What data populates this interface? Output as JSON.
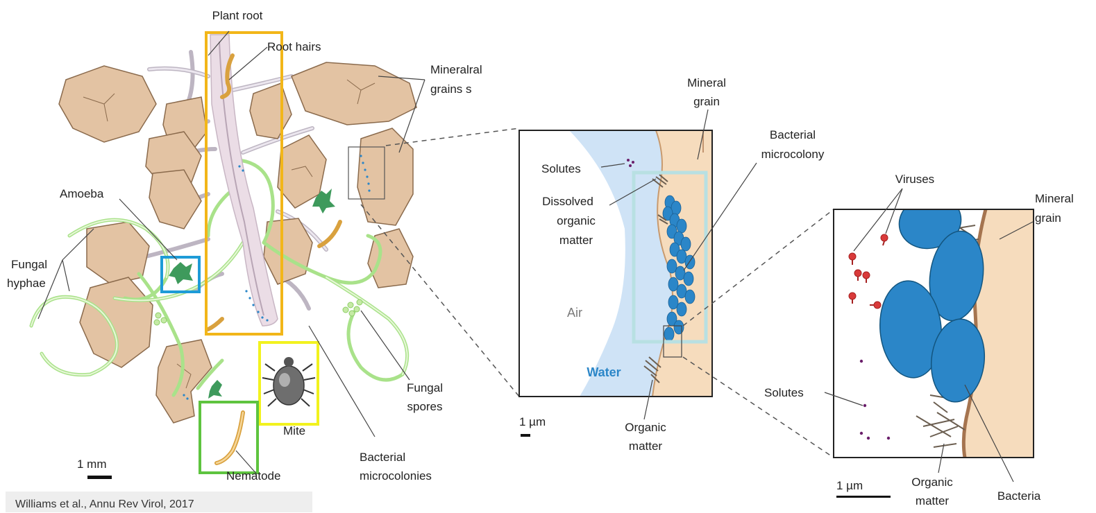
{
  "left_panel": {
    "labels": {
      "plant_root": "Plant root",
      "root_hairs": "Root hairs",
      "mineral_grains_1": "Mineralral",
      "mineral_grains_2": "grains  s",
      "amoeba": "Amoeba",
      "fungal_hyphae_1": "Fungal",
      "fungal_hyphae_2": "hyphae",
      "fungal_spores_1": "Fungal",
      "fungal_spores_2": "spores",
      "mite": "Mite",
      "nematode": "Nematode",
      "bacterial_microcolonies_1": "Bacterial",
      "bacterial_microcolonies_2": "microcolonies",
      "scale": "1 mm"
    },
    "highlight_colors": {
      "plant_root": "#f2b619",
      "amoeba": "#1e9bd7",
      "mite": "#f2f21e",
      "nematode": "#5ec43f"
    }
  },
  "middle_panel": {
    "labels": {
      "mineral_grain_1": "Mineral",
      "mineral_grain_2": "grain",
      "bacterial_microcolony_1": "Bacterial",
      "bacterial_microcolony_2": "microcolony",
      "solutes": "Solutes",
      "dissolved_1": "Dissolved",
      "dissolved_2": "organic",
      "dissolved_3": "matter",
      "air": "Air",
      "water": "Water",
      "organic_matter_1": "Organic",
      "organic_matter_2": "matter",
      "scale": "1 µm"
    },
    "highlight_colors": {
      "microcolony": "#b8e0e2"
    },
    "colors": {
      "water": "#cfe3f6",
      "grain": "#f6dcbd",
      "bacteria": "#2b86c8"
    }
  },
  "right_panel": {
    "labels": {
      "viruses": "Viruses",
      "mineral_grain_1": "Mineral",
      "mineral_grain_2": "grain",
      "solutes": "Solutes",
      "organic_matter_1": "Organic",
      "organic_matter_2": "matter",
      "bacteria": "Bacteria",
      "scale": "1 µm"
    },
    "colors": {
      "bacteria": "#2b86c8",
      "virus": "#d93a3a",
      "grain": "#f6dcbd",
      "grain_edge": "#a5744f"
    }
  },
  "citation": "Williams et al., Annu Rev Virol, 2017"
}
